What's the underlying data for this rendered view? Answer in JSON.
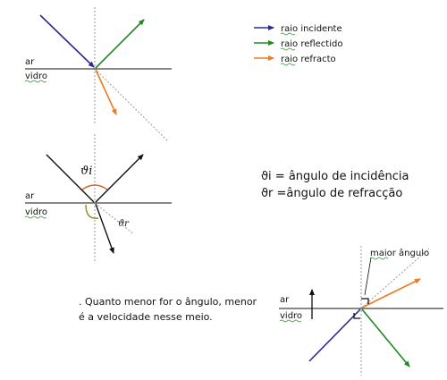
{
  "colors": {
    "incident": "#2b2b8f",
    "reflected": "#1e8a1e",
    "refracted": "#ee7a22",
    "interface": "#111111",
    "normal": "#999999",
    "angle_incidence_arc": "#e0601e",
    "angle_refraction_arc": "#8a8a1e"
  },
  "legend": [
    {
      "color_key": "incident",
      "label": "raio incidente"
    },
    {
      "color_key": "reflected",
      "label": "raio reflectido"
    },
    {
      "color_key": "refracted",
      "label": "raio refracto"
    }
  ],
  "media": {
    "air": "ar",
    "glass": "vidro"
  },
  "angles": {
    "incidence_symbol": "ϑi",
    "refraction_symbol": "ϑr",
    "incidence_def": "ϑi = ângulo de incidência",
    "refraction_def": "ϑr =ângulo de refracção"
  },
  "annotation": {
    "bigger_angle": "maior ângulo"
  },
  "note": {
    "line1": ". Quanto menor for o ângulo, menor",
    "line2": "é a velocidade nesse meio."
  }
}
